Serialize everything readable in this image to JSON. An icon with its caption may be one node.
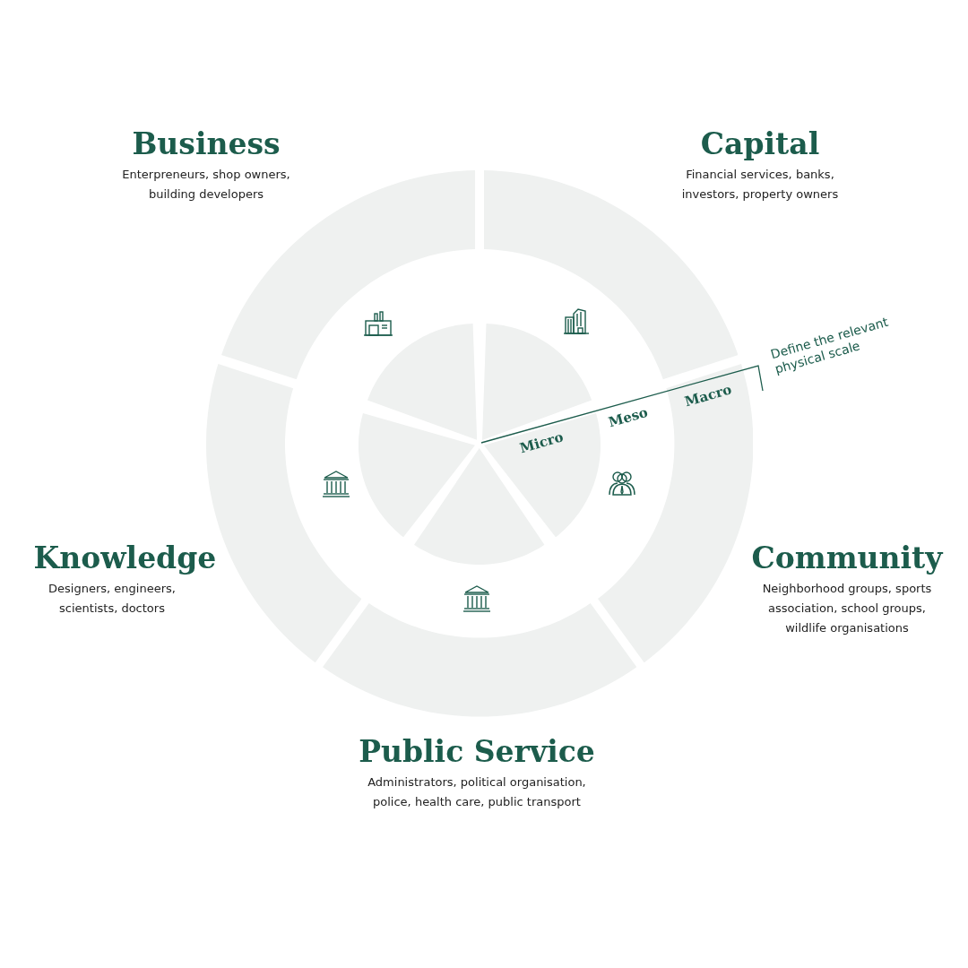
{
  "diagram": {
    "nodes": [
      {
        "text": [
          "Business",
          "Enterpreneurs, shop owners, building developers"
        ]
      },
      {
        "text": [
          "Capital",
          "Financial services, banks, investors, property owners"
        ]
      },
      {
        "text": [
          "Community",
          "Neighborhood groups, sports association, school groups, wildlife organisations"
        ]
      },
      {
        "text": [
          "Public Service",
          "Administrators, political organisation, police, health care, public transport"
        ]
      },
      {
        "text": [
          "Knowledge",
          "Designers, engineers, scientists, doctors"
        ]
      },
      {
        "text": [],
        "shape": "sector"
      },
      {
        "text": [],
        "shape": "sector"
      },
      {
        "text": [],
        "shape": "sector"
      },
      {
        "text": [],
        "shape": "sector"
      },
      {
        "text": [],
        "shape": "sector"
      }
    ],
    "edges": [],
    "labels": [
      "Define the relevant physical scale",
      "Macro",
      "Meso",
      "Micro"
    ]
  }
}
